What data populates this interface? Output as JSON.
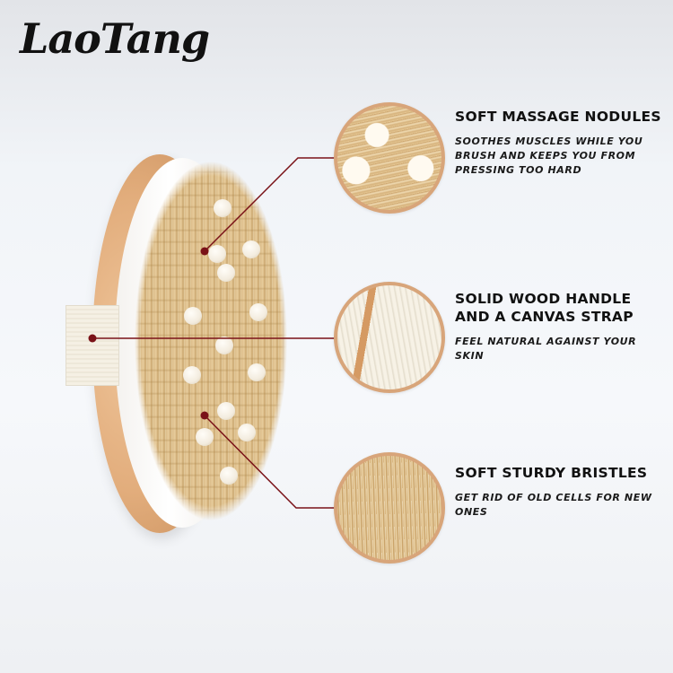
{
  "brand": {
    "logo_text": "LaoTang"
  },
  "accent_colors": {
    "callout_line": "#7a1218",
    "circle_border": "#d8a57a"
  },
  "features": [
    {
      "title": "SOFT MASSAGE NODULES",
      "description": "SOOTHES MUSCLES WHILE YOU BRUSH AND KEEPS YOU FROM PRESSING TOO HARD",
      "image": "nodules-closeup"
    },
    {
      "title": "SOLID WOOD HANDLE AND A CANVAS STRAP",
      "description": "FEEL NATURAL AGAINST YOUR SKIN",
      "image": "canvas-strap-closeup"
    },
    {
      "title": "SOFT STURDY BRISTLES",
      "description": "GET RID OF OLD CELLS FOR NEW ONES",
      "image": "bristles-closeup"
    }
  ]
}
